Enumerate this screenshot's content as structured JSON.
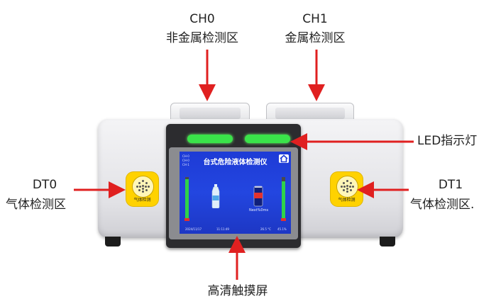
{
  "callouts": {
    "ch0": {
      "code": "CH0",
      "desc": "非金属检测区"
    },
    "ch1": {
      "code": "CH1",
      "desc": "金属检测区"
    },
    "led": "LED指示灯",
    "dt0": {
      "code": "DT0",
      "desc": "气体检测区"
    },
    "dt1": {
      "code": "DT1",
      "desc": "气体检测区."
    },
    "touchscreen": "高清触摸屏"
  },
  "screen": {
    "title": "台式危险液体检测仪",
    "left_top": [
      "CH-0",
      "CH-0"
    ],
    "left_right_top": [
      "CH-1"
    ],
    "can_name": "Next%0ms",
    "footer_date": "2024/11/17",
    "footer_time": "11:11:49",
    "footer_temp": "26.5 °C",
    "footer_humidity": "45.1%",
    "left_level": 0.95,
    "right_level": 0.9
  },
  "sensor_left_label": "气体检测",
  "sensor_right_label": "气体检测",
  "colors": {
    "arrow": "#e02020",
    "led": "#3ae34a",
    "screen": "#2346e0",
    "pad": "#ffd200"
  }
}
